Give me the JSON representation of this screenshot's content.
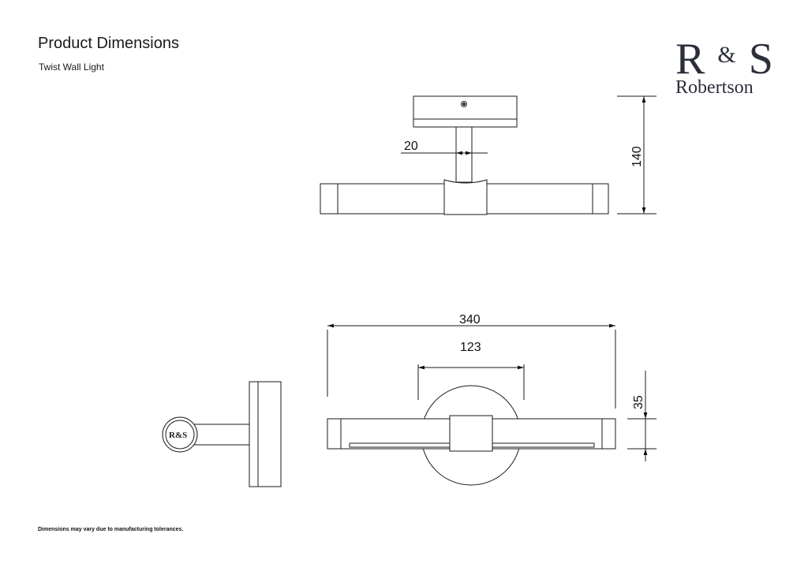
{
  "header": {
    "title": "Product Dimensions",
    "subtitle": "Twist Wall Light"
  },
  "logo": {
    "mark_r": "R",
    "mark_amp": "&",
    "mark_s": "S",
    "name": "Robertson",
    "badge": "R&S"
  },
  "dimensions": {
    "stem_width": "20",
    "height": "140",
    "overall_length": "340",
    "backplate_diameter": "123",
    "bar_depth": "35"
  },
  "footer": {
    "note": "Dimensions may vary due to manufacturing tolerances."
  }
}
